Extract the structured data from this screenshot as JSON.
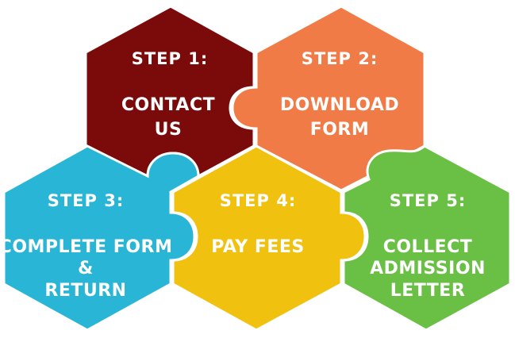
{
  "colors": {
    "step1": "#7b0a0a",
    "step2": "#f07b47",
    "step3": "#29b5d6",
    "step4": "#f0c10f",
    "step5": "#6abf45",
    "outline": "#ffffff"
  },
  "steps": [
    {
      "title": "STEP 1:",
      "lines": [
        "CONTACT",
        "US"
      ]
    },
    {
      "title": "STEP 2:",
      "lines": [
        "DOWNLOAD",
        "FORM"
      ]
    },
    {
      "title": "STEP 3:",
      "lines": [
        "COMPLETE FORM",
        "&",
        "RETURN"
      ]
    },
    {
      "title": "STEP 4:",
      "lines": [
        "PAY FEES"
      ]
    },
    {
      "title": "STEP 5:",
      "lines": [
        "COLLECT",
        "ADMISSION",
        "LETTER"
      ]
    }
  ]
}
